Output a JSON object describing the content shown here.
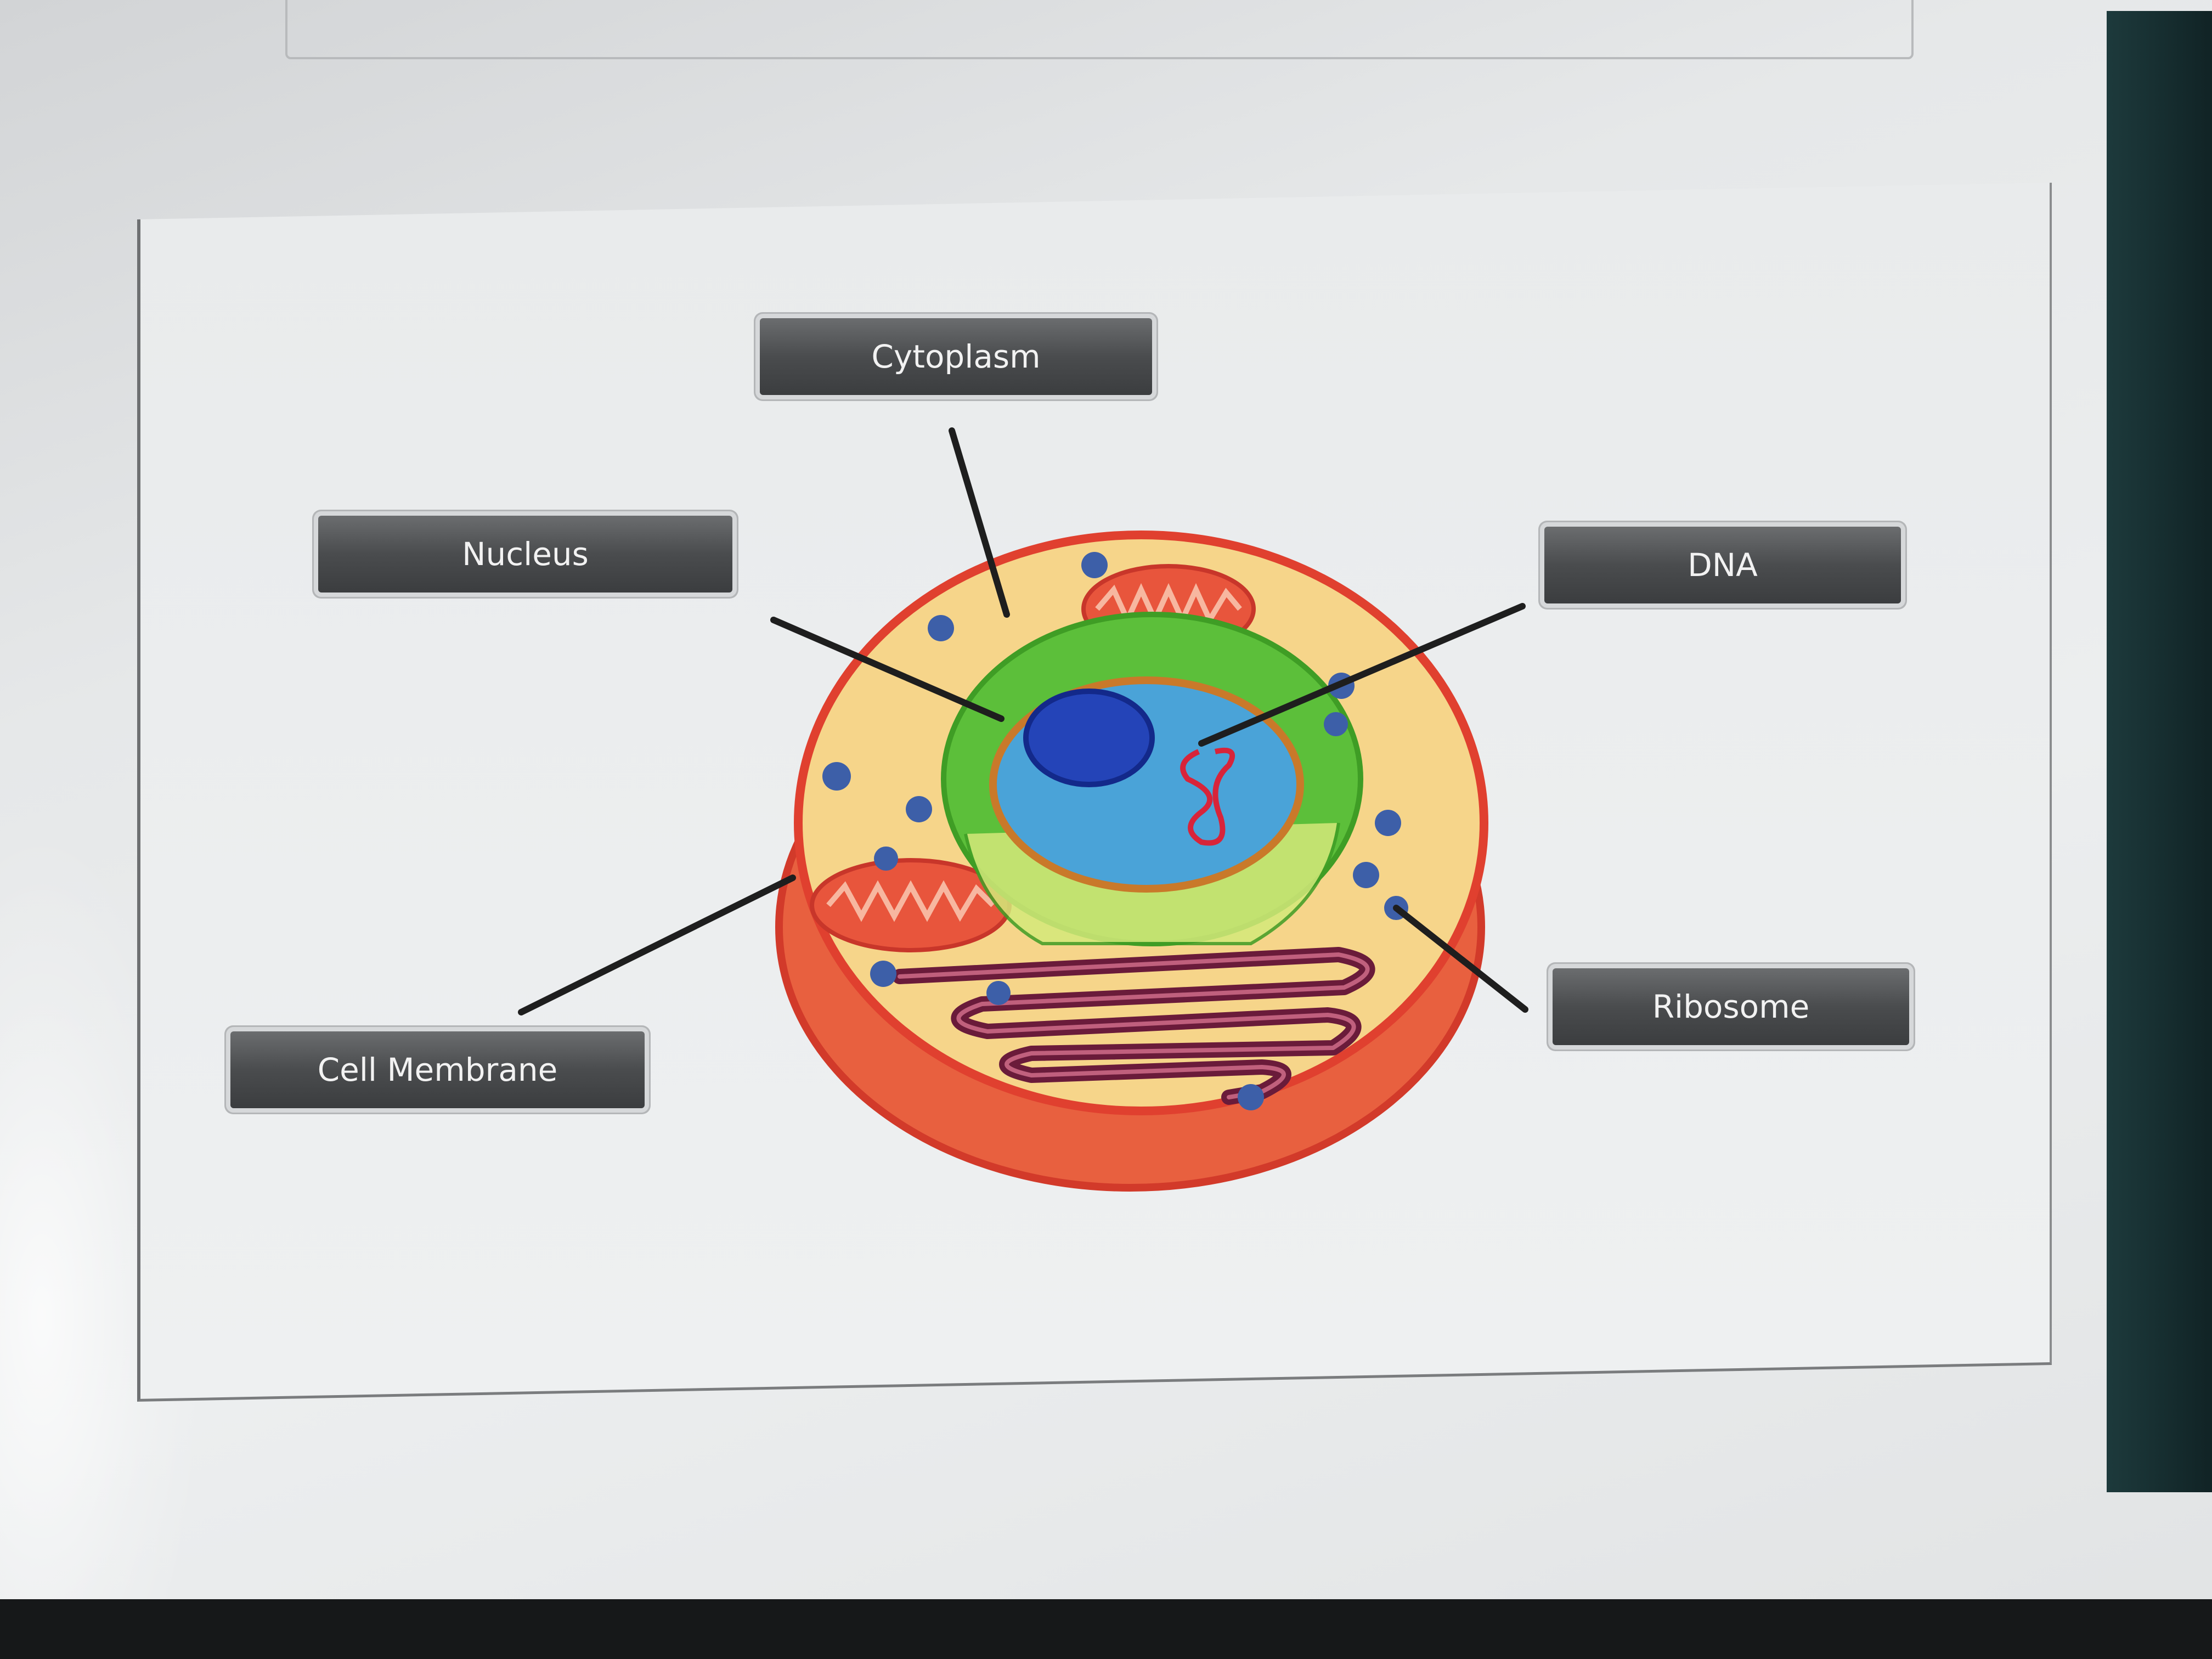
{
  "labels": {
    "cytoplasm": "Cytoplasm",
    "nucleus": "Nucleus",
    "dna": "DNA",
    "cell_membrane": "Cell Membrane",
    "ribosome": "Ribosome"
  },
  "colors": {
    "membrane": "#e0402f",
    "cytoplasm": "#f6d58a",
    "nuclear_envelope": "#5cbf3a",
    "nucleoplasm": "#4aa3d8",
    "nucleolus": "#1f3fa8",
    "mitochondria": "#e8553c",
    "ribosome": "#3d5fa8",
    "endoplasmic_reticulum": "#6a1b3a",
    "label_box": "#4a4c4e"
  }
}
